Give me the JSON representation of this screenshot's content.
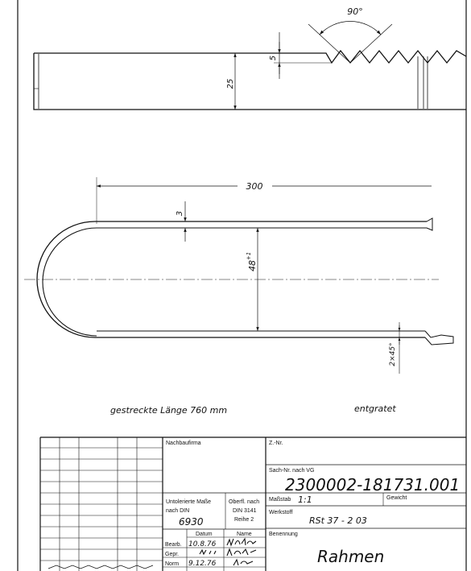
{
  "drawing": {
    "top_view": {
      "angle_label": "90°",
      "tooth_height_label": "5",
      "width_label": "25"
    },
    "front_view": {
      "length_label": "300",
      "thickness_label": "3",
      "inner_height_label": "48",
      "inner_height_tolerance": "+1",
      "chamfer_label": "2×45°"
    },
    "notes": {
      "stretched_length": "gestreckte Länge 760 mm",
      "deburred": "entgratet"
    }
  },
  "title_block": {
    "reproduced_from_label": "Nachbaufirma",
    "z_number_label": "Z.-Nr.",
    "part_number_label": "Sach-Nr. nach VG",
    "part_number": "2300002-181731.001",
    "scale_label": "Maßstab",
    "scale": "1:1",
    "weight_label": "Gewicht",
    "untoleranced_label_1": "Untolerierte Maße",
    "untoleranced_label_2": "nach DIN",
    "din_number": "6930",
    "surface_label_1": "Oberfl. nach",
    "surface_label_2": "DIN 3141",
    "surface_label_3": "Reihe 2",
    "material_label": "Werkstoff",
    "material": "RSt 37 - 2 03",
    "designation_label": "Benennung",
    "designation": "Rahmen",
    "date_header": "Datum",
    "name_header": "Name",
    "rows": [
      {
        "label": "Bearb.",
        "date": "10.8.76"
      },
      {
        "label": "Gepr.",
        "date": ""
      },
      {
        "label": "Norm",
        "date": "9.12.76"
      }
    ]
  }
}
